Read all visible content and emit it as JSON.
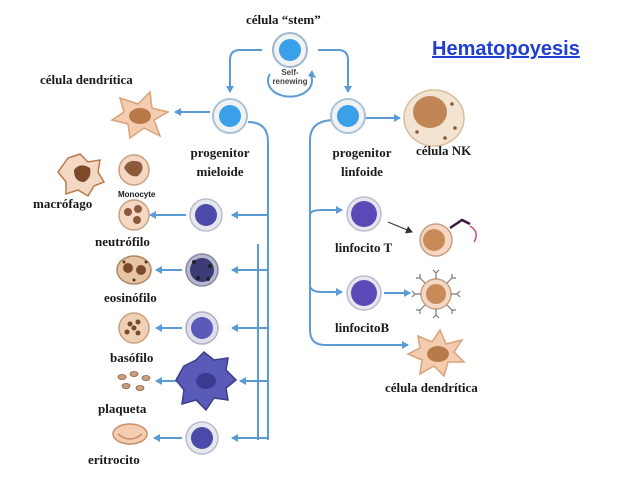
{
  "title": "Hematopoyesis",
  "labels": {
    "stem": "célula “stem”",
    "self_renewing_line1": "Self-",
    "self_renewing_line2": "renewing",
    "dendritic_top": "célula dendrítica",
    "myeloid_line1": "progenitor",
    "myeloid_line2": "mieloide",
    "lymphoid_line1": "progenitor",
    "lymphoid_line2": "linfoide",
    "nk": "célula NK",
    "monocyte": "Monocyte",
    "macrophage": "macrófago",
    "neutrophil": "neutrófilo",
    "eosinophil": "eosinófilo",
    "basophil": "basófilo",
    "platelet": "plaqueta",
    "erythrocyte": "eritrocito",
    "t_cell": "linfocito T",
    "b_cell": "linfocitoB",
    "dendritic_bottom": "célula dendrítica"
  },
  "colors": {
    "title": "#1f3fd0",
    "arrow": "#5b9bd5",
    "stem_nucleus": "#3aa0e8",
    "progenitor_nucleus": "#3aa0e8",
    "lymphocyte_nucleus": "#5a4ab8",
    "myeloid_nucleus": "#5a5ab8",
    "mature_cell_fill": "#f4cdb0",
    "mature_nucleus": "#b97a4a"
  }
}
